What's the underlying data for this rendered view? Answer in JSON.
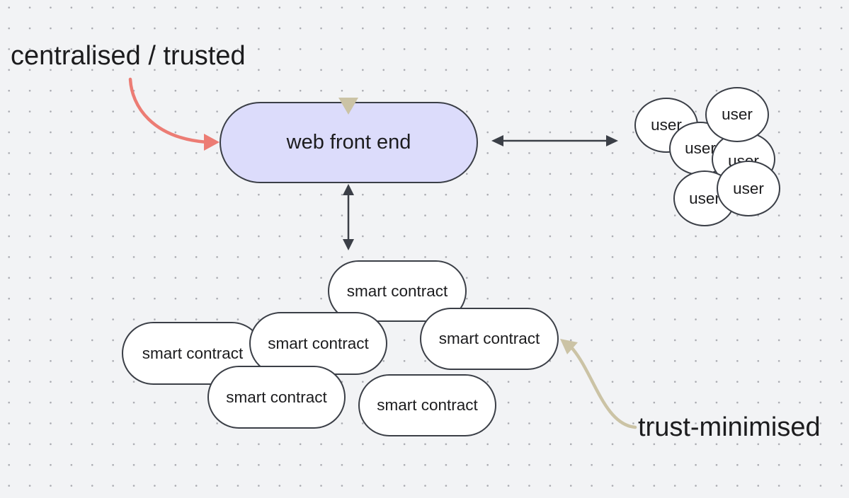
{
  "diagram": {
    "labels": {
      "centralised": "centralised / trusted",
      "trust_minimised": "trust-minimised"
    },
    "front_end": {
      "label": "web front end",
      "fill": "#dcdcfb"
    },
    "users": [
      "user",
      "user",
      "user",
      "user",
      "user",
      "user"
    ],
    "contracts": [
      "smart contract",
      "smart contract",
      "smart contract",
      "smart contract",
      "smart contract",
      "smart contract"
    ],
    "colors": {
      "outline": "#3b3f47",
      "trusted_arrow": "#ec7c74",
      "minimised_arrow": "#cbc3a5",
      "background": "#f2f3f5"
    }
  }
}
